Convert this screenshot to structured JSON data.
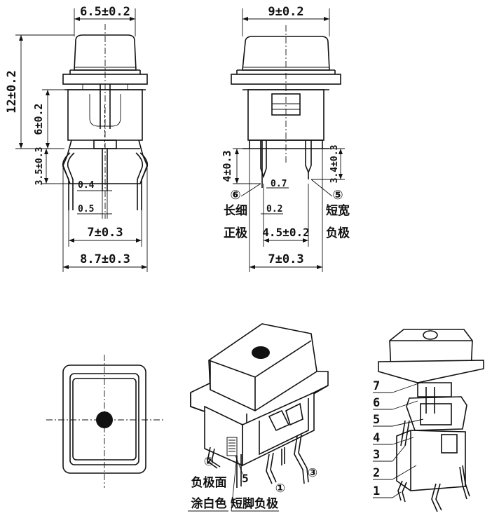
{
  "front_view": {
    "width_top": "6.5±0.2",
    "height_total": "12±0.2",
    "height_body": "6±0.2",
    "pin_length": "3.5±0.3",
    "pin_thickness": "0.4",
    "pin_width": "0.5",
    "pin_pitch": "7±0.3",
    "overall_width": "8.7±0.3"
  },
  "side_view": {
    "width_top": "9±0.2",
    "long_pin_length": "4±0.3",
    "short_pin_length": "3.4±0.3",
    "pin_gap": "0.7",
    "pin_thickness": "0.2",
    "inner_pitch": "4.5±0.2",
    "outer_pitch": "7±0.3",
    "callout_6": "⑥",
    "callout_5": "⑤",
    "label_long_line1": "长细",
    "label_long_line2": "正极",
    "label_short_line1": "短宽",
    "label_short_line2": "负极"
  },
  "iso_view": {
    "callout_1": "①",
    "callout_2": "②",
    "callout_3": "③",
    "callout_5": "5",
    "label_negative_face": "负极面",
    "label_white_paint": "涂白色",
    "label_short_negative": "短脚负极"
  },
  "exploded_view": {
    "parts": [
      "7",
      "6",
      "5",
      "4",
      "3",
      "2",
      "1"
    ]
  }
}
